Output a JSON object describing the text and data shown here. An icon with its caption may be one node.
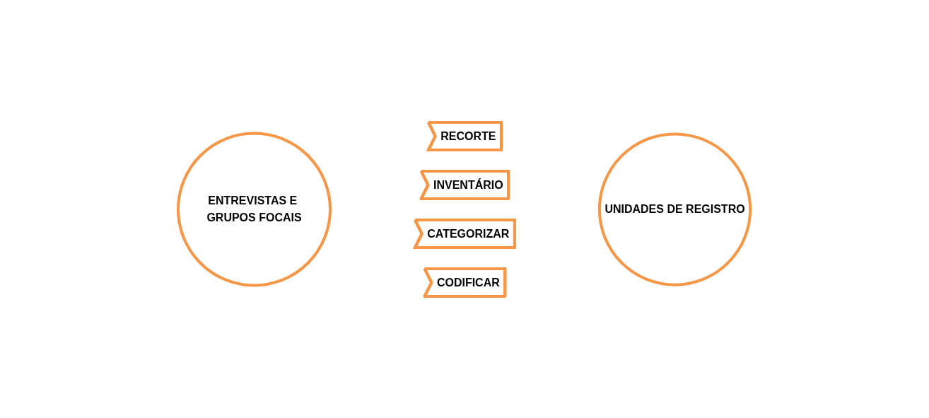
{
  "diagram": {
    "nodes": [
      {
        "text": [
          "ENTREVISTAS E GRUPOS FOCAIS"
        ]
      },
      {
        "text": [
          "RECORTE"
        ]
      },
      {
        "text": [
          "INVENTÁRIO"
        ]
      },
      {
        "text": [
          "CATEGORIZAR"
        ]
      },
      {
        "text": [
          "CODIFICAR"
        ]
      },
      {
        "text": [
          "UNIDADES DE REGISTRO"
        ]
      }
    ]
  }
}
